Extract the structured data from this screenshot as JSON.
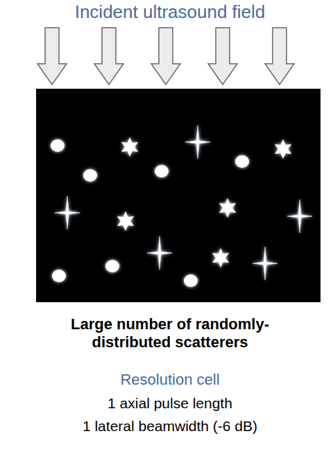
{
  "diagram": {
    "labels": [
      "Incident ultrasound field",
      "Large number of randomly-distributed scatterers",
      "Resolution cell",
      "1 axial pulse length",
      "1 lateral beamwidth (-6 dB)"
    ]
  }
}
